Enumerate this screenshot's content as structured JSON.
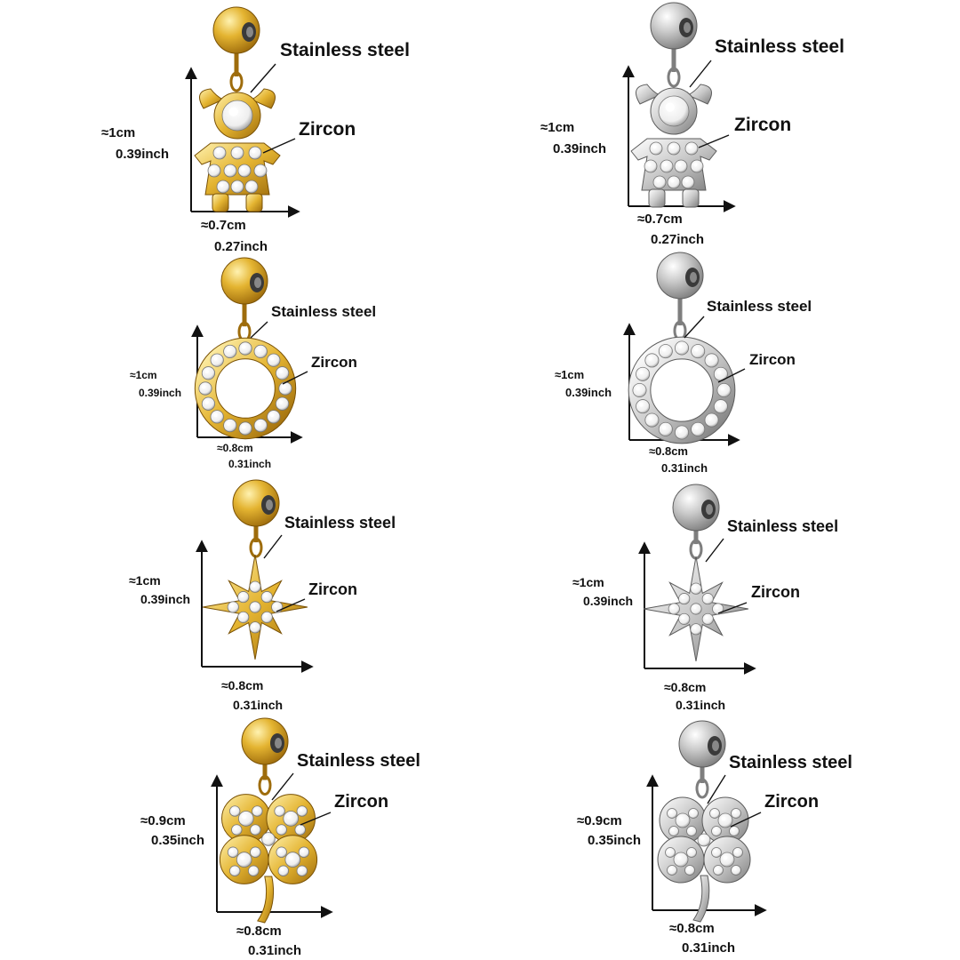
{
  "labels": {
    "material": "Stainless steel",
    "stone": "Zircon"
  },
  "colors": {
    "gold": "#d9a521",
    "silver": "#c4c4c4",
    "axis": "#111111",
    "text": "#111111"
  },
  "products": [
    {
      "shape": "girl",
      "finish": "gold",
      "height_cm": "≈1cm",
      "height_in": "0.39inch",
      "width_cm": "≈0.7cm",
      "width_in": "0.27inch"
    },
    {
      "shape": "girl",
      "finish": "silver",
      "height_cm": "≈1cm",
      "height_in": "0.39inch",
      "width_cm": "≈0.7cm",
      "width_in": "0.27inch"
    },
    {
      "shape": "circle",
      "finish": "gold",
      "height_cm": "≈1cm",
      "height_in": "0.39inch",
      "width_cm": "≈0.8cm",
      "width_in": "0.31inch"
    },
    {
      "shape": "circle",
      "finish": "silver",
      "height_cm": "≈1cm",
      "height_in": "0.39inch",
      "width_cm": "≈0.8cm",
      "width_in": "0.31inch"
    },
    {
      "shape": "star",
      "finish": "gold",
      "height_cm": "≈1cm",
      "height_in": "0.39inch",
      "width_cm": "≈0.8cm",
      "width_in": "0.31inch"
    },
    {
      "shape": "star",
      "finish": "silver",
      "height_cm": "≈1cm",
      "height_in": "0.39inch",
      "width_cm": "≈0.8cm",
      "width_in": "0.31inch"
    },
    {
      "shape": "clover",
      "finish": "gold",
      "height_cm": "≈0.9cm",
      "height_in": "0.35inch",
      "width_cm": "≈0.8cm",
      "width_in": "0.31inch"
    },
    {
      "shape": "clover",
      "finish": "silver",
      "height_cm": "≈0.9cm",
      "height_in": "0.35inch",
      "width_cm": "≈0.8cm",
      "width_in": "0.31inch"
    }
  ]
}
